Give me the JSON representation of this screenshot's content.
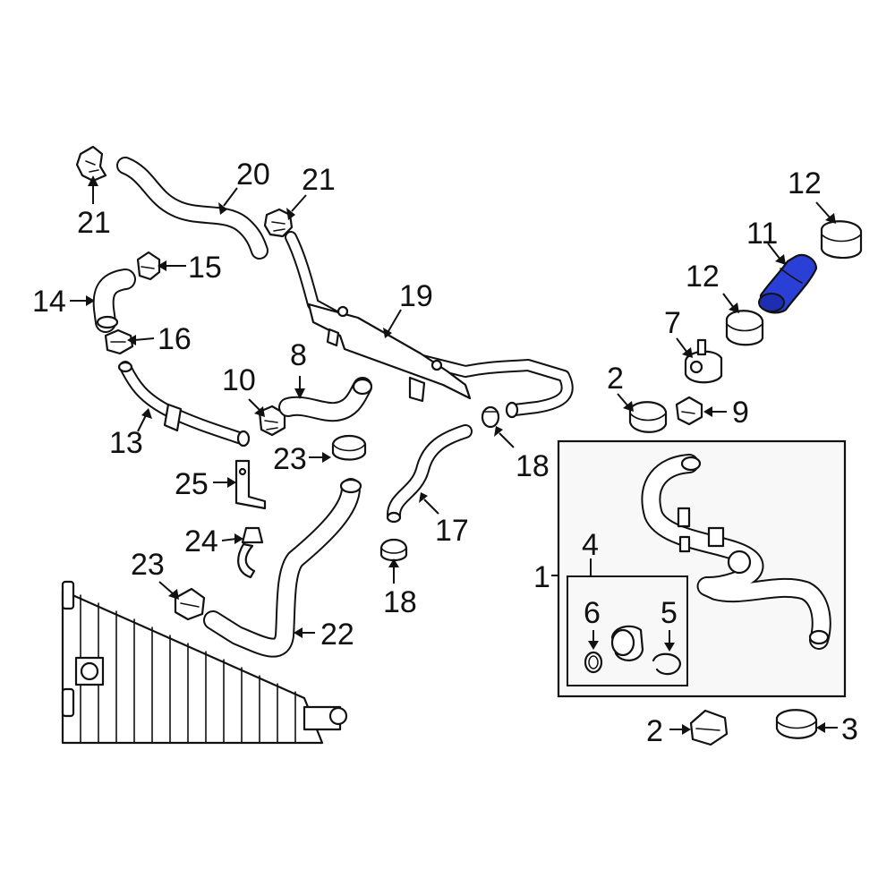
{
  "diagram": {
    "highlight_color": "#2a3fd6",
    "highlighted_part": "11",
    "callouts": {
      "c1": "1",
      "c2a": "2",
      "c2b": "2",
      "c3": "3",
      "c4": "4",
      "c5": "5",
      "c6": "6",
      "c7": "7",
      "c8": "8",
      "c9": "9",
      "c10": "10",
      "c11": "11",
      "c12a": "12",
      "c12b": "12",
      "c13": "13",
      "c14": "14",
      "c15": "15",
      "c16": "16",
      "c17": "17",
      "c18a": "18",
      "c18b": "18",
      "c19": "19",
      "c20": "20",
      "c21a": "21",
      "c21b": "21",
      "c22": "22",
      "c23a": "23",
      "c23b": "23",
      "c24": "24",
      "c25": "25"
    }
  }
}
